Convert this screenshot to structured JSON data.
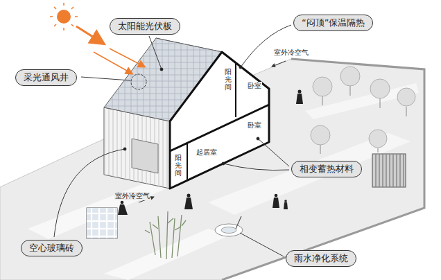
{
  "diagram": {
    "nodes": [
      {
        "text": [
          "太阳能光伏板"
        ]
      },
      {
        "text": [
          "“闷顶”保温隔热"
        ]
      },
      {
        "text": [
          "采光通风井"
        ]
      },
      {
        "text": [
          "相变蓄热材料"
        ]
      },
      {
        "text": [
          "空心玻璃砖"
        ]
      },
      {
        "text": [
          "雨水净化系统"
        ]
      }
    ],
    "labels": [
      "室外冷空气",
      "卧室",
      "阳光间",
      "卧室",
      "起居室",
      "阳光间",
      "室外冷空气"
    ]
  }
}
